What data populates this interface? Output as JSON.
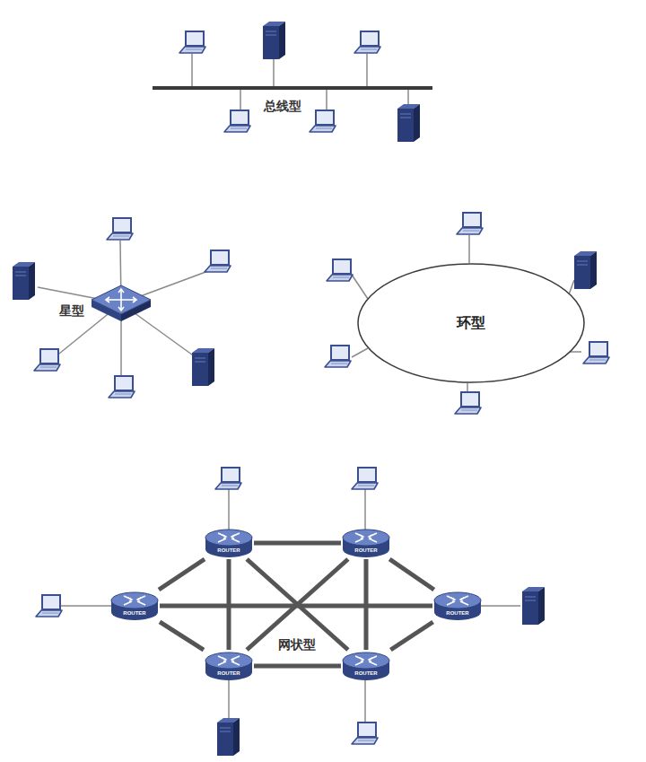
{
  "diagram": {
    "nodes": [
      {
        "text": [
          "环型"
        ]
      },
      {
        "text": [
          "ROUTER"
        ]
      },
      {
        "text": [
          "ROUTER"
        ]
      },
      {
        "text": [
          "ROUTER"
        ]
      },
      {
        "text": [
          "ROUTER"
        ]
      },
      {
        "text": [
          "ROUTER"
        ]
      },
      {
        "text": [
          "ROUTER"
        ]
      }
    ],
    "edges": [
      {
        "from": 1,
        "to": 2,
        "arrow": "none"
      },
      {
        "from": 3,
        "to": 1,
        "arrow": "none"
      },
      {
        "from": 3,
        "to": 5,
        "arrow": "none"
      },
      {
        "from": 3,
        "to": 4,
        "arrow": "none"
      },
      {
        "from": 1,
        "to": 5,
        "arrow": "none"
      },
      {
        "from": 1,
        "to": 6,
        "arrow": "none"
      },
      {
        "from": 2,
        "to": 5,
        "arrow": "none"
      },
      {
        "from": 2,
        "to": 6,
        "arrow": "none"
      },
      {
        "from": 2,
        "to": 4,
        "arrow": "none"
      },
      {
        "from": 5,
        "to": 6,
        "arrow": "none"
      },
      {
        "from": 6,
        "to": 4,
        "arrow": "none"
      }
    ],
    "labels": [
      "总线型",
      "星型",
      "网状型"
    ]
  }
}
